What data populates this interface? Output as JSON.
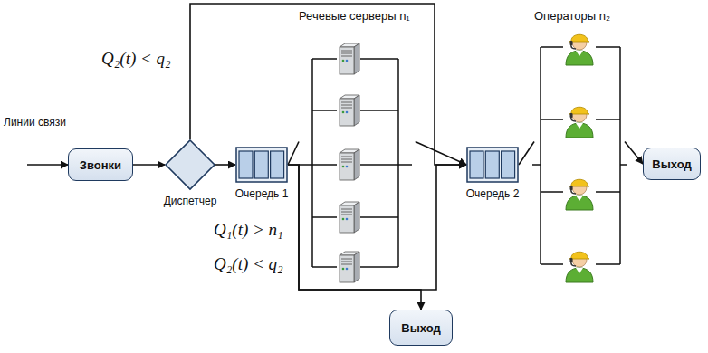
{
  "diagram": {
    "nodes": [
      {
        "text": [
          "Звонки"
        ]
      },
      {
        "text": [
          "Диспетчер"
        ]
      },
      {
        "text": [
          "Очередь 1"
        ]
      },
      {
        "text": [
          "Речевые серверы n₁"
        ]
      },
      {
        "text": [
          "Очередь 2"
        ]
      },
      {
        "text": [
          "Операторы n₂"
        ]
      },
      {
        "text": [
          "Выход"
        ]
      },
      {
        "text": [
          "Выход"
        ]
      }
    ],
    "edges": [
      {
        "from": 0,
        "to": 1,
        "arrow": "to"
      },
      {
        "from": 1,
        "to": 2,
        "arrow": "to"
      },
      {
        "from": 1,
        "to": 4,
        "arrow": "to"
      },
      {
        "from": 2,
        "to": 3,
        "arrow": "none"
      },
      {
        "from": 3,
        "to": 4,
        "arrow": "to"
      },
      {
        "from": 2,
        "to": 4,
        "arrow": "to"
      },
      {
        "from": 2,
        "to": 7,
        "arrow": "to"
      },
      {
        "from": 4,
        "to": 5,
        "arrow": "none"
      },
      {
        "from": 5,
        "to": 6,
        "arrow": "to"
      }
    ],
    "labels": [
      "Линии связи",
      "Q₂(t) < q₂",
      "Q₁(t) > n₁",
      "Q₂(t) < q₂"
    ]
  }
}
